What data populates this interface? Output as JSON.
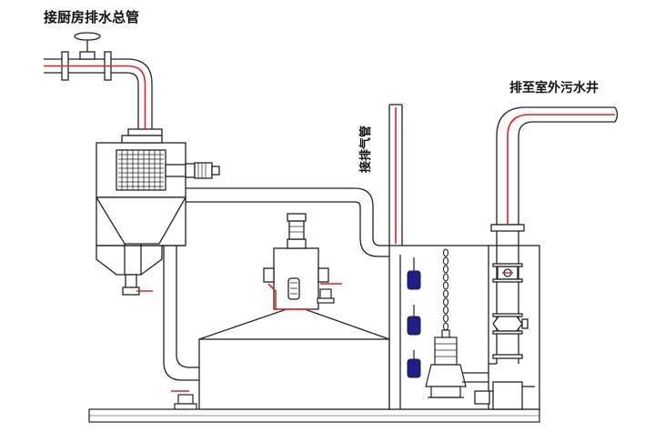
{
  "labels": {
    "kitchen_drain_inlet": "接厨房排水总管",
    "outdoor_sewer_outlet": "排至室外污水井",
    "vent_pipe": "接排气管"
  },
  "colors": {
    "line": "#222222",
    "accent_red": "#e8202a",
    "float_switch": "#1e1e8c",
    "background": "#ffffff"
  },
  "icons": [
    "valve-handwheel-icon",
    "motor-icon",
    "float-switch-icon",
    "submersible-pump-icon",
    "ball-valve-icon",
    "lift-chain-icon"
  ]
}
